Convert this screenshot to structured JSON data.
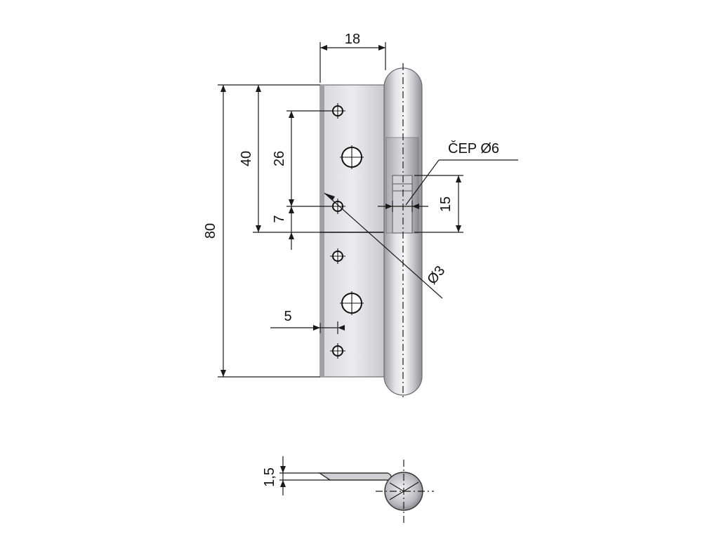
{
  "dimensions": {
    "width_18": "18",
    "height_80": "80",
    "height_40": "40",
    "height_26": "26",
    "height_7": "7",
    "offset_5": "5",
    "slot_15": "15",
    "hole_dia_3": "Ø3",
    "pin_label": "ČEP Ø6",
    "thickness": "1,5"
  },
  "colors": {
    "background": "#ffffff",
    "line": "#1a1a1a",
    "plate_light": "#e9e9eb",
    "plate_dark": "#c4c4c8",
    "knuckle_light": "#f2f2f4",
    "knuckle_dark": "#9a9aa0"
  }
}
